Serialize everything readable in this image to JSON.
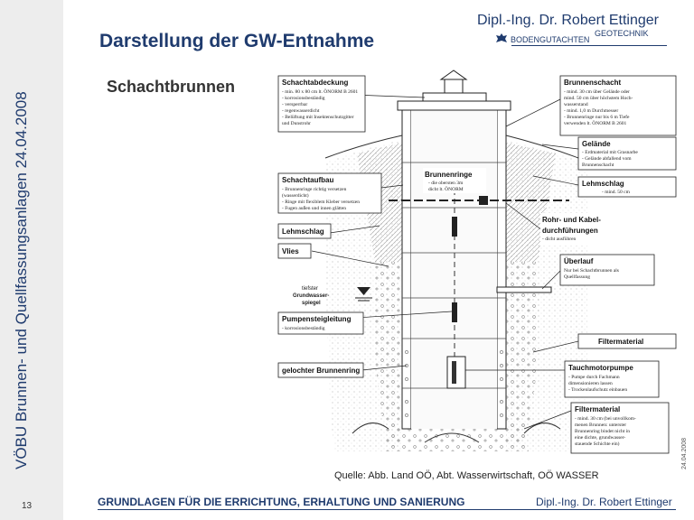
{
  "sidebar": {
    "vertical_title": "VÖBU Brunnen- und Quellfassungsanlagen  24.04.2008",
    "slide_number": "13"
  },
  "header": {
    "title": "Darstellung der GW-Entnahme",
    "subtitle": "Schachtbrunnen",
    "logo_name": "Dipl.-Ing. Dr. Robert Ettinger",
    "logo_sub": "BODENGUTACHTEN",
    "logo_geo": "GEOTECHNIK"
  },
  "diagram": {
    "labels": [
      {
        "title": "Schachtabdeckung",
        "lines": [
          "- min. 80 x 80 cm lt. ÖNORM B 2601",
          "- korrosionsbeständig",
          "- versperrbar",
          "- regenwasserdicht",
          "- Belüftung mit Insektenschutzgitter",
          "  und Dunstrohr"
        ]
      },
      {
        "title": "Brunnenschacht",
        "lines": [
          "- mind. 30 cm über Gelände oder",
          "  mind. 50 cm über höchstem Hoch-",
          "  wasserstand",
          "- mind. 1,0 m Durchmesser",
          "- Brunnenringe nur bis 6 m Tiefe",
          "  verwenden lt. ÖNORM B 2601"
        ]
      },
      {
        "title": "Gelände",
        "lines": [
          "- Erdmaterial mit Grasnarbe",
          "- Gelände abfallend vom",
          "  Brunnenschacht"
        ]
      },
      {
        "title": "Schachtaufbau",
        "lines": [
          "- Brunnenringe richtig versetzen",
          "  (wasserdicht)",
          "- Ringe mit flexiblem Kleber versetzen",
          "- Fugen außen und innen glätten"
        ]
      },
      {
        "title": "Brunnenringe",
        "lines": [
          "- die obersten 3m",
          "  dicht lt. ÖNORM"
        ]
      },
      {
        "title": "Lehmschlag",
        "lines": [
          "- mind. 50 cm"
        ]
      },
      {
        "title": "Rohr- und Kabel-",
        "lines": [
          "durchführungen",
          "- dicht ausführen"
        ]
      },
      {
        "title": "Lehmschlag",
        "lines": []
      },
      {
        "title": "Vlies",
        "lines": []
      },
      {
        "title": "Überlauf",
        "lines": [
          "Nur bei Schachtbrunnen als",
          "Quellfassung"
        ]
      },
      {
        "title": "tiefster",
        "lines": [
          "Grundwasser-",
          "spiegel"
        ]
      },
      {
        "title": "Pumpensteigleitung",
        "lines": [
          "- korrosionsbeständig"
        ]
      },
      {
        "title": "Filtermaterial",
        "lines": []
      },
      {
        "title": "gelochter Brunnenring",
        "lines": []
      },
      {
        "title": "Tauchmotorpumpe",
        "lines": [
          "- Pumpe durch Fachmann",
          "  dimensionieren lassen",
          "- Trockenlaufschutz einbauen"
        ]
      },
      {
        "title": "Filtermaterial",
        "lines": [
          "- mind. 30 cm (bei unvollkom-",
          "  menen Brunnen: unterster",
          "  Brunnenring bindet nicht in",
          "  eine dichte, grundwasser-",
          "  stauende Schichte ein)"
        ]
      }
    ]
  },
  "source": "Quelle: Abb. Land OÖ, Abt. Wasserwirtschaft, OÖ WASSER",
  "footer": {
    "text": "GRUNDLAGEN  FÜR  DIE  ERRICHTUNG, ERHALTUNG UND SANIERUNG",
    "author": "Dipl.-Ing.  Dr.  Robert  Ettinger",
    "date_small": "24.04.2008"
  }
}
